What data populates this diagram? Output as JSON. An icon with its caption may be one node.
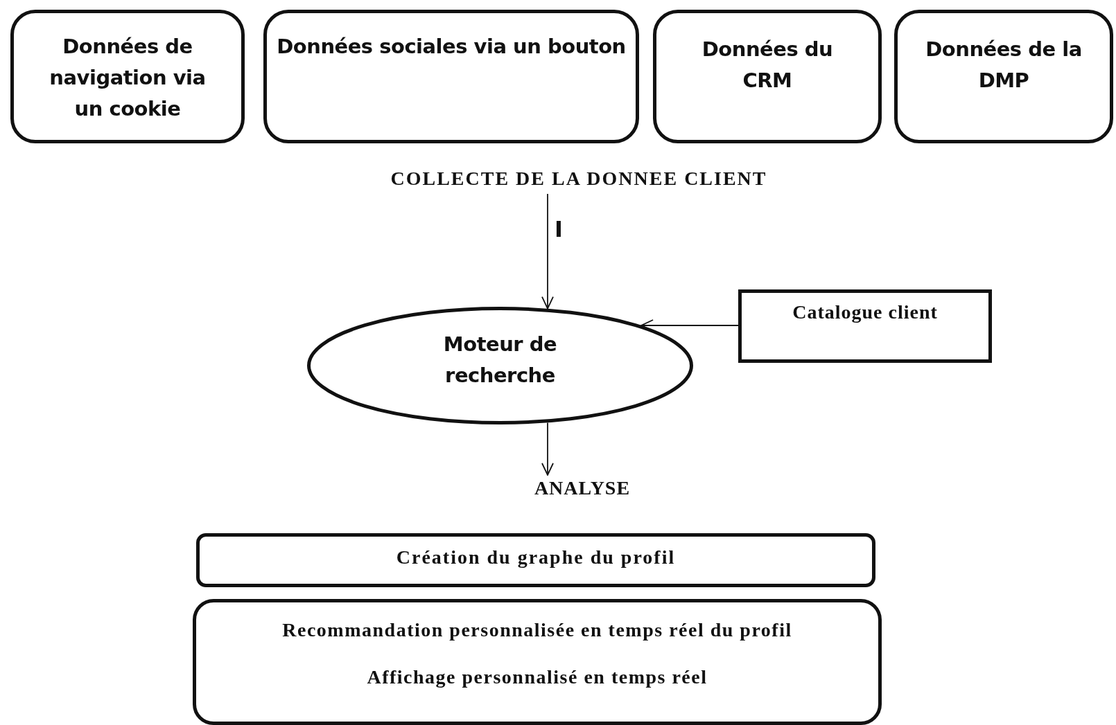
{
  "diagram": {
    "nodes": [
      {
        "text": [
          "Données de navigation via un cookie"
        ]
      },
      {
        "text": [
          "Données sociales via un bouton"
        ]
      },
      {
        "text": [
          "Données du CRM"
        ]
      },
      {
        "text": [
          "Données de la DMP"
        ]
      },
      {
        "text": [
          "COLLECTE DE LA DONNEE  CLIENT"
        ]
      },
      {
        "text": [
          "Moteur de recherche"
        ]
      },
      {
        "text": [
          "Catalogue client"
        ]
      },
      {
        "text": [
          "ANALYSE"
        ]
      },
      {
        "text": [
          "Création du graphe du profil"
        ]
      },
      {
        "text": [
          "Recommandation personnalisée en temps réel du profil",
          "Affichage personnalisé en temps réel"
        ]
      }
    ],
    "edges": [
      {
        "from": 4,
        "to": 5,
        "arrow": "to"
      },
      {
        "from": 6,
        "to": 5,
        "arrow": "to"
      },
      {
        "from": 5,
        "to": 7,
        "arrow": "to"
      }
    ],
    "labels": [
      "I"
    ]
  }
}
